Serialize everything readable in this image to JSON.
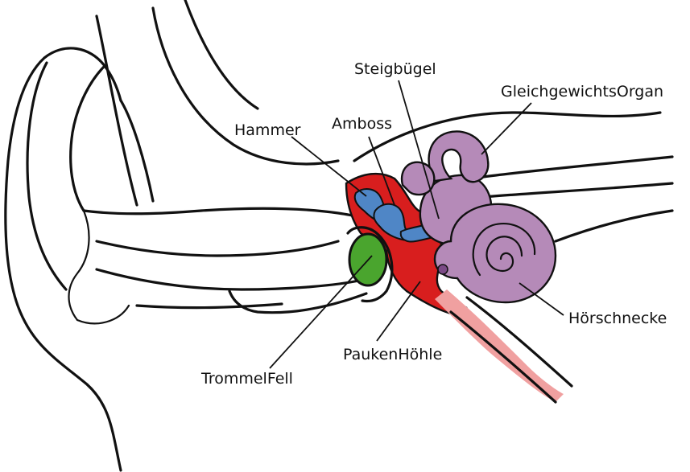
{
  "labels": {
    "steigbuegel": "Steigbügel",
    "gleichgewichtsorgan": "GleichgewichtsOrgan",
    "hammer": "Hammer",
    "amboss": "Amboss",
    "hoerschnecke": "Hörschnecke",
    "paukenhoehle": "PaukenHöhle",
    "trommelfell": "TrommelFell"
  },
  "colors": {
    "outline": "#111111",
    "tympanic_cavity": "#d81e1e",
    "ossicles": "#4f86c6",
    "eardrum": "#4aa52e",
    "inner_ear": "#b58ab8",
    "eustachian_tube": "#f0a0a0"
  }
}
